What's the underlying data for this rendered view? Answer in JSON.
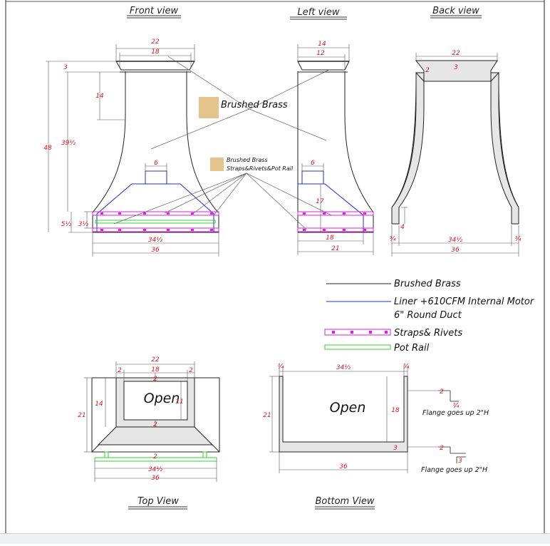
{
  "views": {
    "front": "Front view",
    "left": "Left view",
    "back": "Back view",
    "top": "Top View",
    "bottom": "Bottom View"
  },
  "callouts": {
    "brass": "Brushed Brass",
    "straps_line1": "Brushed Brass",
    "straps_line2": "Straps&Rivets&Pot Rail"
  },
  "legend": {
    "brass": "Brushed Brass",
    "liner_line1": "Liner +610CFM Internal Motor",
    "liner_line2": "6\" Round Duct",
    "straps": "Straps& Rivets",
    "pot_rail": "Pot Rail"
  },
  "open_label": "Open",
  "flange_note": "Flange goes up 2\"H",
  "dims": {
    "d22": "22",
    "d18": "18",
    "d3": "3",
    "d14": "14",
    "d48": "48",
    "d39h": "39½",
    "d6": "6",
    "d5h": "5½",
    "d3h": "3½",
    "d34h": "34½",
    "d36": "36",
    "d12": "12",
    "d17": "17",
    "d21": "21",
    "d2": "2",
    "d4": "4",
    "d3q": "¾",
    "d11": "11"
  },
  "colors": {
    "line": "#2b2b2b",
    "dim": "#e0141e",
    "liner": "#1d2fd6",
    "straps": "#e11de0",
    "rail": "#2fd12f",
    "brass": "#e2c48c",
    "fill": "#e6e6e6"
  }
}
